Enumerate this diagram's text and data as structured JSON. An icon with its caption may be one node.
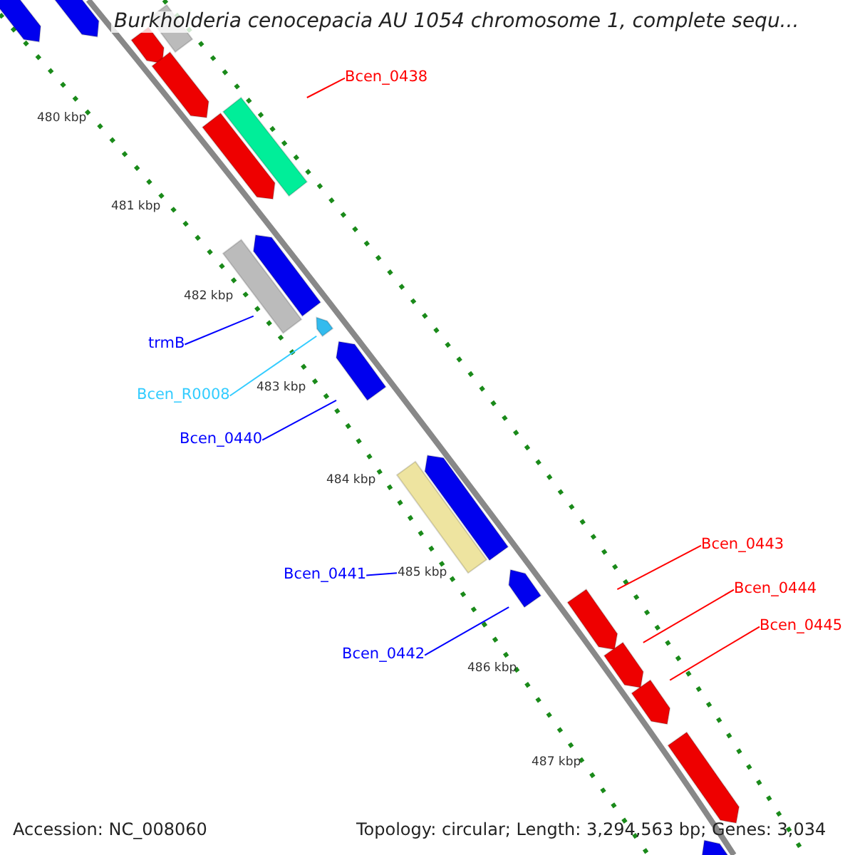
{
  "diagram": {
    "title": "Burkholderia cenocepacia AU 1054 chromosome 1, complete sequ...",
    "nodes": [
      {
        "text": [
          "Bcen_0438"
        ]
      },
      {
        "text": [],
        "shape": "bar"
      },
      {
        "text": [
          "trmB"
        ]
      },
      {
        "text": [],
        "shape": "bar"
      },
      {
        "text": [
          "Bcen_R0008"
        ]
      },
      {
        "text": [],
        "shape": "bar"
      },
      {
        "text": [
          "Bcen_0440"
        ]
      },
      {
        "text": [],
        "shape": "bar"
      },
      {
        "text": [
          "Bcen_0441"
        ]
      },
      {
        "text": [],
        "shape": "bar"
      },
      {
        "text": [
          "Bcen_0442"
        ]
      },
      {
        "text": [],
        "shape": "bar"
      },
      {
        "text": [
          "Bcen_0443"
        ]
      },
      {
        "text": [],
        "shape": "bar"
      },
      {
        "text": [
          "Bcen_0444"
        ]
      },
      {
        "text": [],
        "shape": "bar"
      },
      {
        "text": [
          "Bcen_0445"
        ]
      },
      {
        "text": [],
        "shape": "bar"
      },
      {
        "text": [],
        "shape": "bar"
      },
      {
        "text": [],
        "shape": "bar"
      },
      {
        "text": [],
        "shape": "bar"
      },
      {
        "text": [],
        "shape": "bar"
      },
      {
        "text": [],
        "shape": "bar"
      },
      {
        "text": [],
        "shape": "bar"
      },
      {
        "text": [],
        "shape": "bar"
      },
      {
        "text": [],
        "shape": "bar"
      },
      {
        "text": [],
        "shape": "bar"
      },
      {
        "text": [],
        "shape": "bar"
      }
    ],
    "edges": [
      {
        "from": 0,
        "to": 1,
        "arrow": "none",
        "color": "#ff0000"
      },
      {
        "from": 2,
        "to": 3,
        "arrow": "none",
        "color": "#0000ff"
      },
      {
        "from": 4,
        "to": 5,
        "arrow": "none",
        "color": "#33ccff"
      },
      {
        "from": 6,
        "to": 7,
        "arrow": "none",
        "color": "#0000ff"
      },
      {
        "from": 8,
        "to": 9,
        "arrow": "none",
        "color": "#0000ff"
      },
      {
        "from": 10,
        "to": 11,
        "arrow": "none",
        "color": "#0000ff"
      },
      {
        "from": 12,
        "to": 13,
        "arrow": "none",
        "color": "#ff0000"
      },
      {
        "from": 14,
        "to": 15,
        "arrow": "none",
        "color": "#ff0000"
      },
      {
        "from": 16,
        "to": 17,
        "arrow": "none",
        "color": "#ff0000"
      }
    ],
    "labels": [
      "480 kbp",
      "481 kbp",
      "482 kbp",
      "483 kbp",
      "484 kbp",
      "485 kbp",
      "486 kbp",
      "487 kbp",
      "Accession: NC_008060",
      "Topology: circular; Length: 3,294,563 bp; Genes: 3,034"
    ]
  }
}
